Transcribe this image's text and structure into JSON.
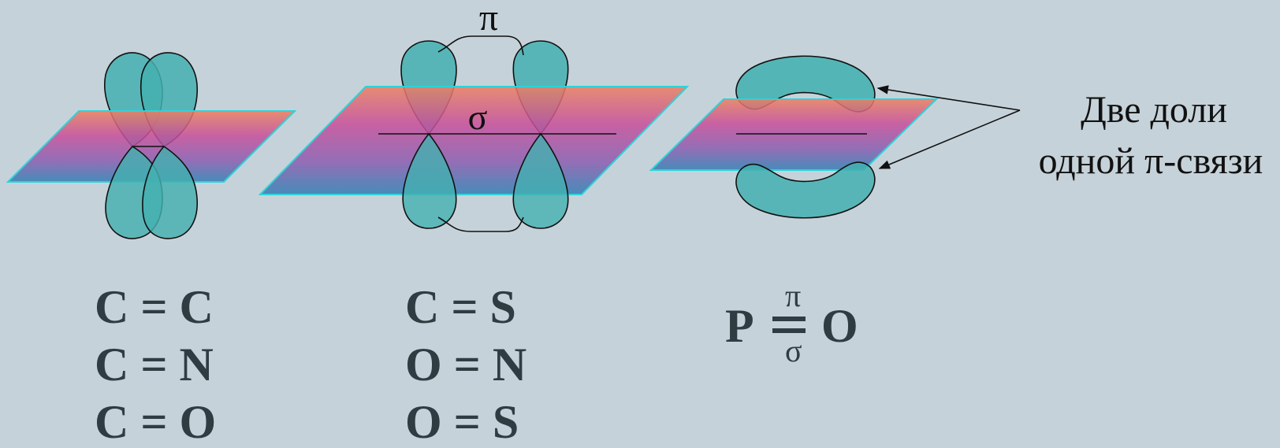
{
  "labels": {
    "pi_top": "π",
    "sigma_plane": "σ",
    "caption_line1": "Две доли",
    "caption_line2": "одной π-связи"
  },
  "formulas": {
    "col1": [
      "C = C",
      "C = N",
      "C = O"
    ],
    "col2": [
      "C = S",
      "O = N",
      "O = S"
    ],
    "p_bond": {
      "left": "P",
      "top": "π",
      "bottom": "σ",
      "right": "O"
    }
  },
  "colors": {
    "background": "#c6d2d9",
    "lobe_fill": "#44b0b0",
    "plane_top": "#ec7f60",
    "plane_mid": "#c84d9a",
    "plane_bottom": "#2f7fb4",
    "plane_edge": "#2fd2d8",
    "formula_text": "#2f3d43"
  }
}
